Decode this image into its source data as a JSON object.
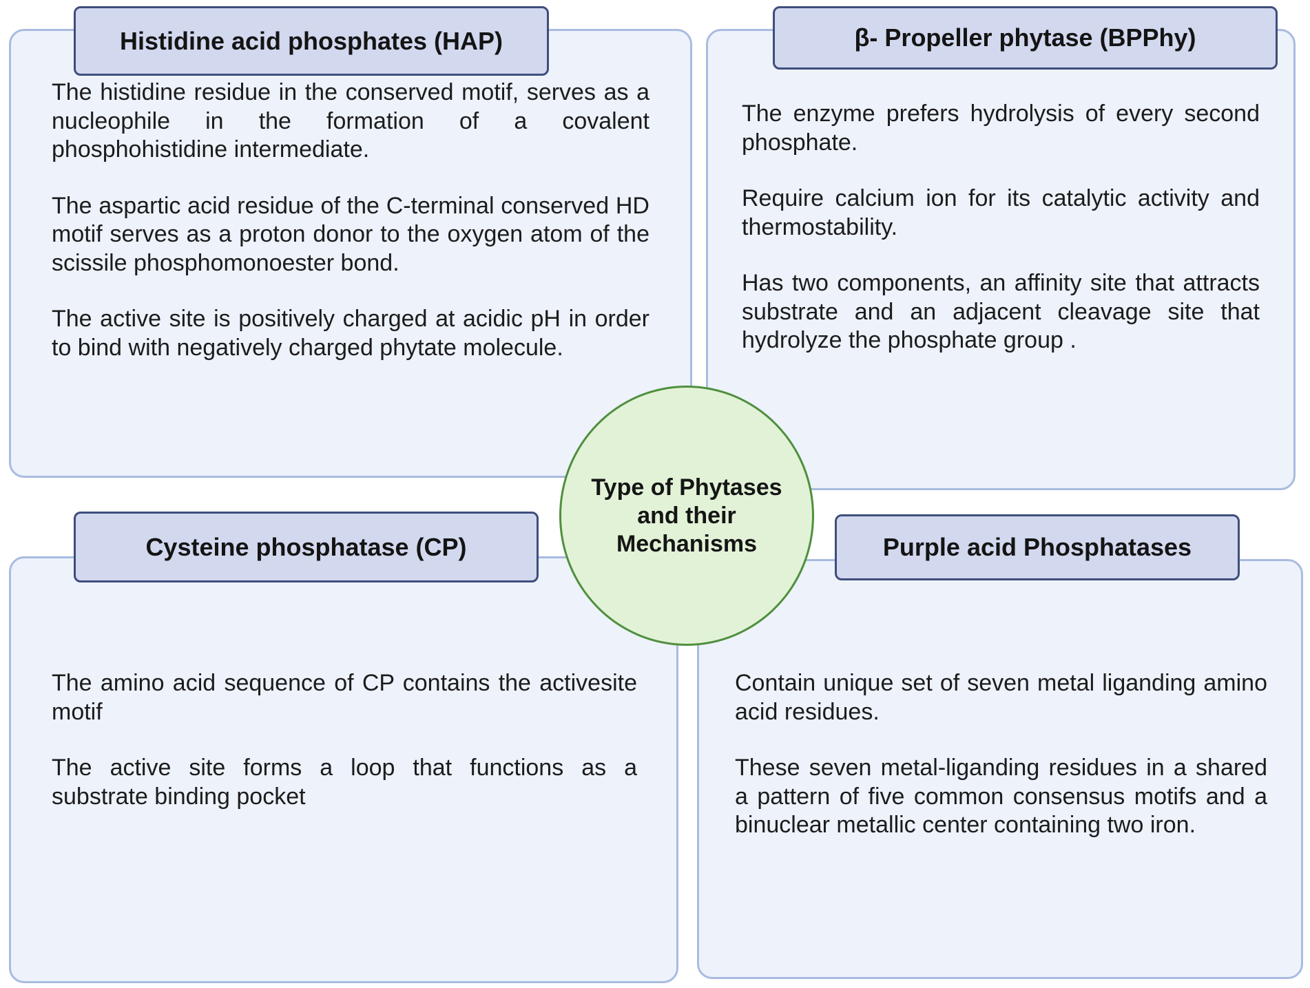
{
  "center": {
    "title": "Type of Phytases and their Mechanisms"
  },
  "hap": {
    "title": "Histidine acid phosphates (HAP)",
    "points": [
      "The histidine residue in the conserved motif, serves as a nucleophile in the formation of a covalent phosphohistidine intermediate.",
      "The aspartic acid residue of the C-terminal conserved HD motif serves as a proton donor to the oxygen atom of the scissile phosphomonoester bond.",
      "The active site is positively charged at acidic pH in order to bind with negatively charged phytate molecule."
    ]
  },
  "bpphy": {
    "title": "β- Propeller phytase (BPPhy)",
    "points": [
      "The enzyme prefers hydrolysis of every second phosphate.",
      "Require calcium ion for its catalytic activity and thermostability.",
      "Has two components, an affinity site that attracts substrate and an adjacent cleavage site that hydrolyze the phosphate group ."
    ]
  },
  "cp": {
    "title": "Cysteine phosphatase (CP)",
    "points": [
      "The amino acid sequence of CP contains the activesite motif",
      "The active site forms a loop that functions as a substrate binding pocket"
    ]
  },
  "pap": {
    "title": "Purple acid Phosphatases",
    "points": [
      "Contain unique set of seven metal liganding amino acid residues.",
      "These seven metal-liganding residues in a shared a pattern of five common consensus motifs and a binuclear metallic center containing two iron."
    ]
  }
}
